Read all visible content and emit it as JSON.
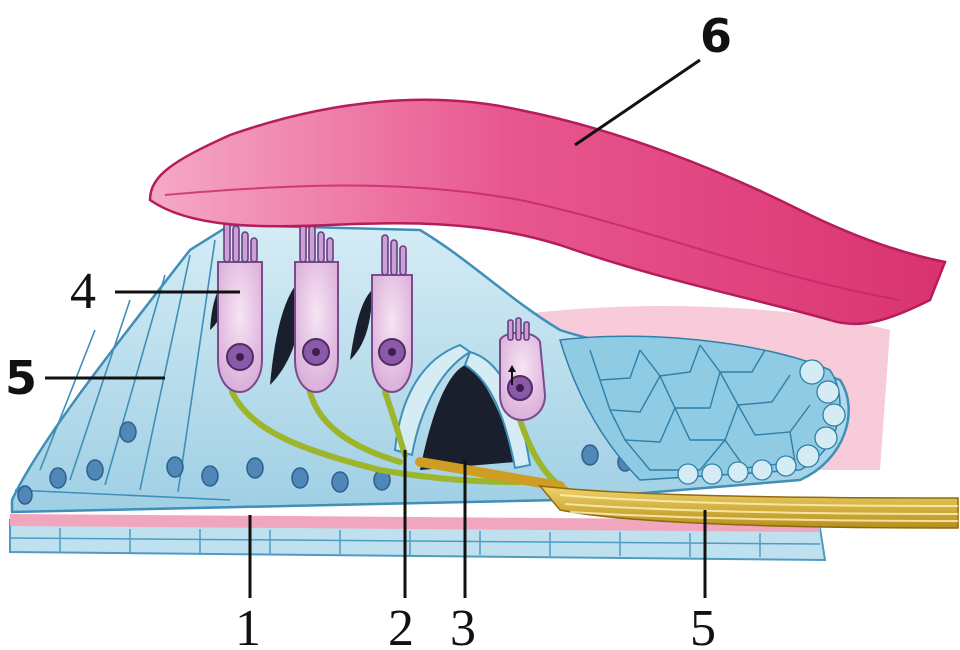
{
  "figure": {
    "labels": {
      "tectorial_membrane": "6",
      "outer_hair_cells": "4",
      "supporting_cells_left": "5",
      "basilar_membrane": "1",
      "pillar_cell": "2",
      "tunnel": "3",
      "nerve_fibers": "5"
    }
  },
  "colors": {
    "tectorial": "#e8578f",
    "tectorial_light": "#f29ab9",
    "tissue": "#bfe1ef",
    "tissue_dark": "#6fb3d3",
    "cell_body": "#e9c6e6",
    "nucleus": "#8a5aa8",
    "nerve": "#d8b33a",
    "basilar": "#f0a7bd",
    "cavity": "#1a1f2e"
  }
}
